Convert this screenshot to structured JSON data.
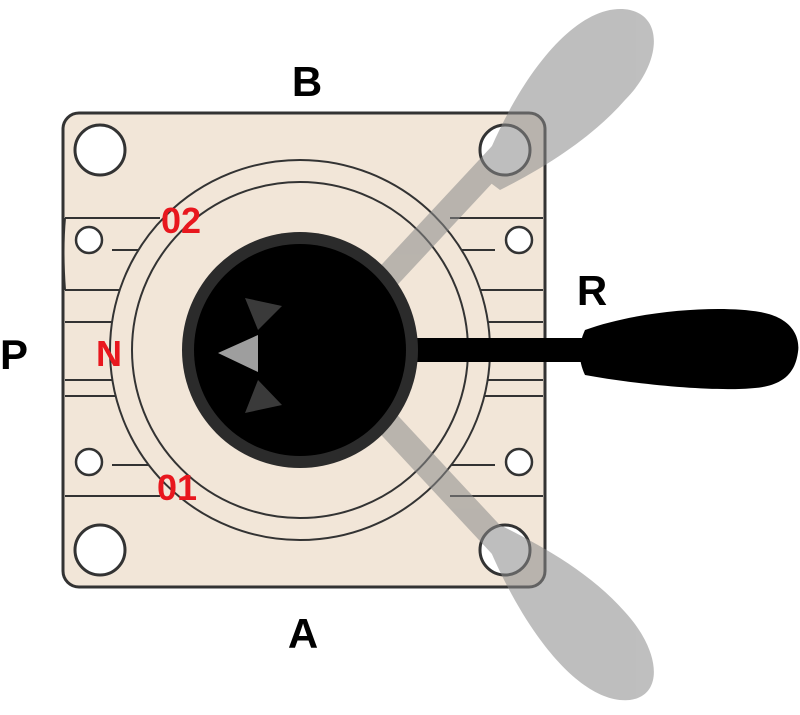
{
  "ports": {
    "top": "B",
    "bottom": "A",
    "left": "P",
    "right": "R"
  },
  "positions": {
    "upper": "02",
    "neutral": "N",
    "lower": "01"
  },
  "colors": {
    "body": "#F2E6D8",
    "outline": "#333333",
    "knob": "#000000",
    "knob_ring": "#2b2b2b",
    "ghost_lever": "#9a9a9a",
    "position_text": "#E8171E",
    "port_text": "#000000"
  }
}
